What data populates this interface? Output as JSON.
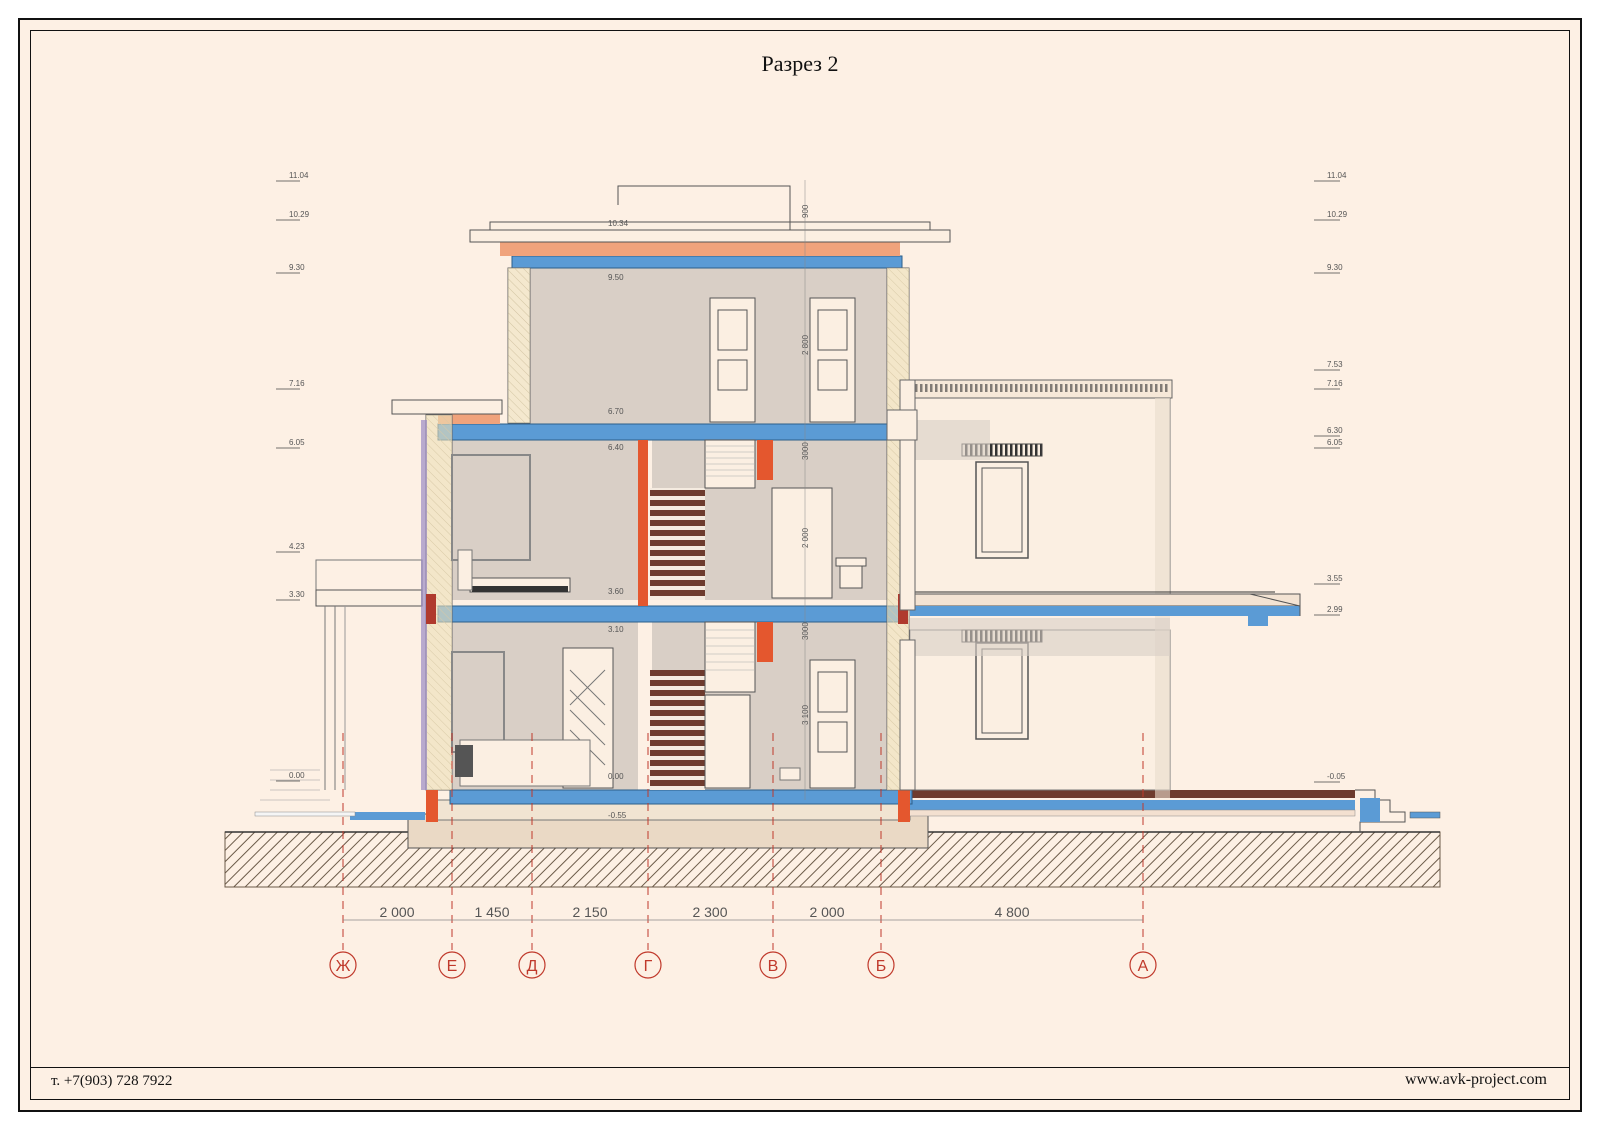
{
  "sheet": {
    "title": "Разрез 2",
    "phone": "т. +7(903) 728 7922",
    "website": "www.avk-project.com"
  },
  "levels_left": [
    "11.04",
    "10.29",
    "9.30",
    "7.16",
    "6.05",
    "4.23",
    "3.30",
    "0.00"
  ],
  "levels_right": [
    "11.04",
    "10.29",
    "9.30",
    "7.53",
    "7.16",
    "6.30",
    "6.05",
    "3.55",
    "2.99",
    "-0.05"
  ],
  "levels_inner": [
    "10.34",
    "9.50",
    "6.70",
    "6.40",
    "3.60",
    "3.10",
    "0.00",
    "-0.55"
  ],
  "vertical_dims": [
    "900",
    "2 800",
    "3000",
    "2 000",
    "3000",
    "3 100"
  ],
  "dimensions": [
    "2 000",
    "1 450",
    "2 150",
    "2 300",
    "2 000",
    "4 800"
  ],
  "axes": [
    "Ж",
    "Е",
    "Д",
    "Г",
    "В",
    "Б",
    "А"
  ],
  "colors": {
    "background": "#fdf0e4",
    "slab": "#5b9bd5",
    "axis": "#c0392b",
    "brick": "#e4572e"
  }
}
